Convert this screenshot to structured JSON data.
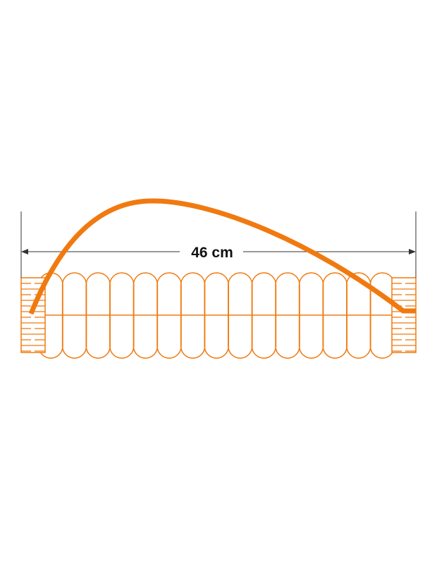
{
  "dimension": {
    "label": "46 cm",
    "value": 46,
    "unit": "cm"
  },
  "coil": {
    "loop_count": 15
  },
  "colors": {
    "accent": "#F07A10",
    "line": "#333333",
    "background": "#ffffff"
  }
}
